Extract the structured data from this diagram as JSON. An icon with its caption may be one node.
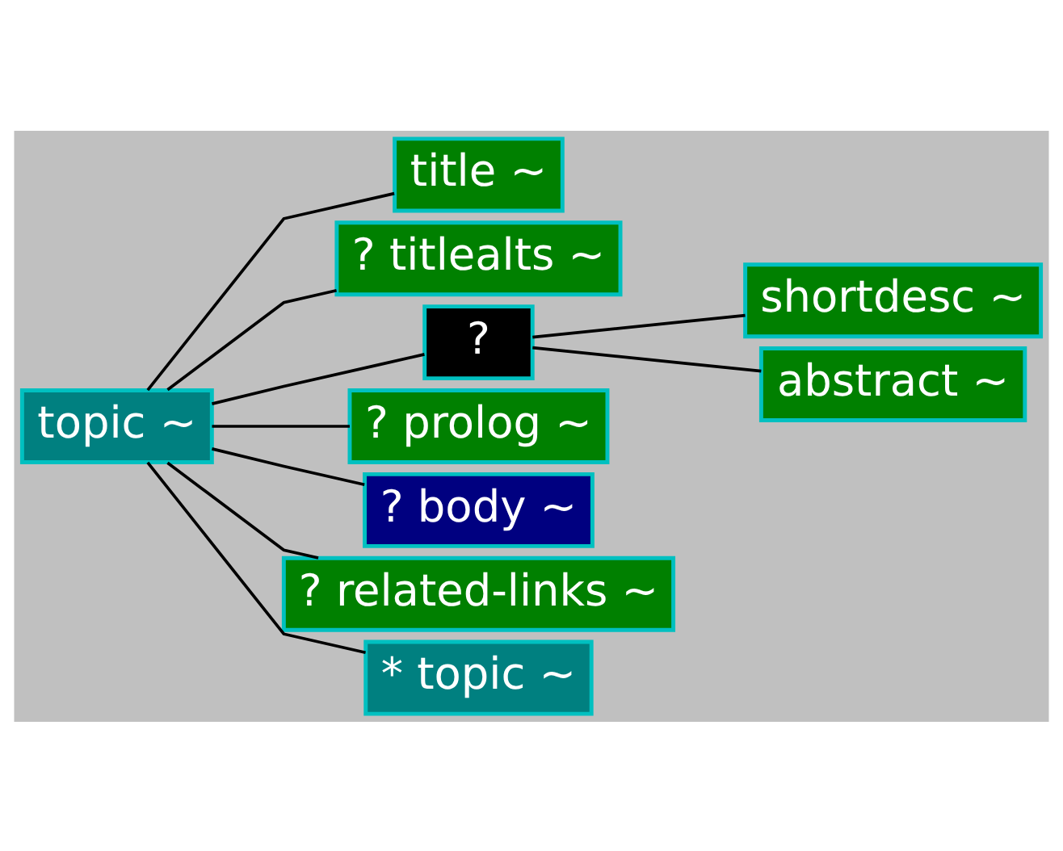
{
  "diagram": {
    "nodes": [
      {
        "text": [
          "topic ~"
        ]
      },
      {
        "text": [
          "title ~"
        ]
      },
      {
        "text": [
          "? titlealts ~"
        ]
      },
      {
        "text": [
          "?"
        ]
      },
      {
        "text": [
          "shortdesc ~"
        ]
      },
      {
        "text": [
          "abstract ~"
        ]
      },
      {
        "text": [
          "? prolog ~"
        ]
      },
      {
        "text": [
          "? body ~"
        ]
      },
      {
        "text": [
          "? related-links ~"
        ]
      },
      {
        "text": [
          "* topic ~"
        ]
      }
    ],
    "edges": [
      {
        "from": 0,
        "to": 1,
        "arrow": "none"
      },
      {
        "from": 0,
        "to": 2,
        "arrow": "none"
      },
      {
        "from": 0,
        "to": 3,
        "arrow": "none"
      },
      {
        "from": 3,
        "to": 4,
        "arrow": "none"
      },
      {
        "from": 3,
        "to": 5,
        "arrow": "none"
      },
      {
        "from": 0,
        "to": 6,
        "arrow": "none"
      },
      {
        "from": 0,
        "to": 7,
        "arrow": "none"
      },
      {
        "from": 0,
        "to": 8,
        "arrow": "none"
      },
      {
        "from": 0,
        "to": 9,
        "arrow": "none"
      }
    ]
  }
}
